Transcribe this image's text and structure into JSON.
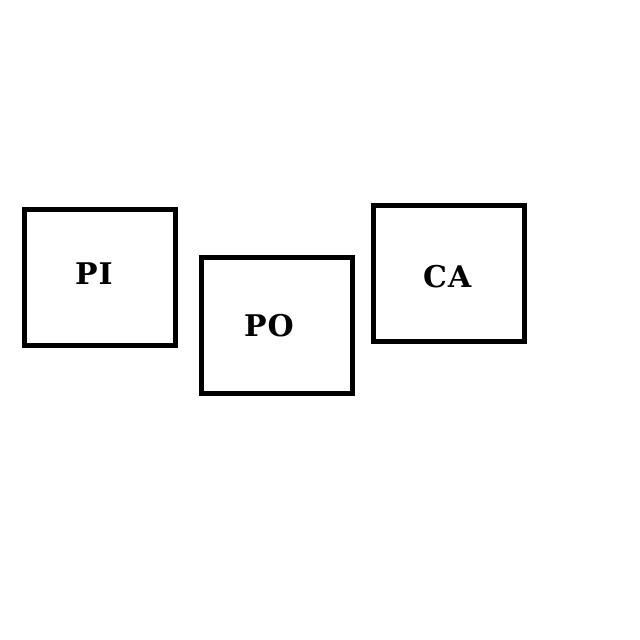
{
  "boxes": [
    {
      "id": "pi",
      "label": "PI"
    },
    {
      "id": "po",
      "label": "PO"
    },
    {
      "id": "ca",
      "label": "CA"
    }
  ],
  "colors": {
    "background": "#ffffff",
    "stroke": "#000000",
    "text": "#000000"
  }
}
